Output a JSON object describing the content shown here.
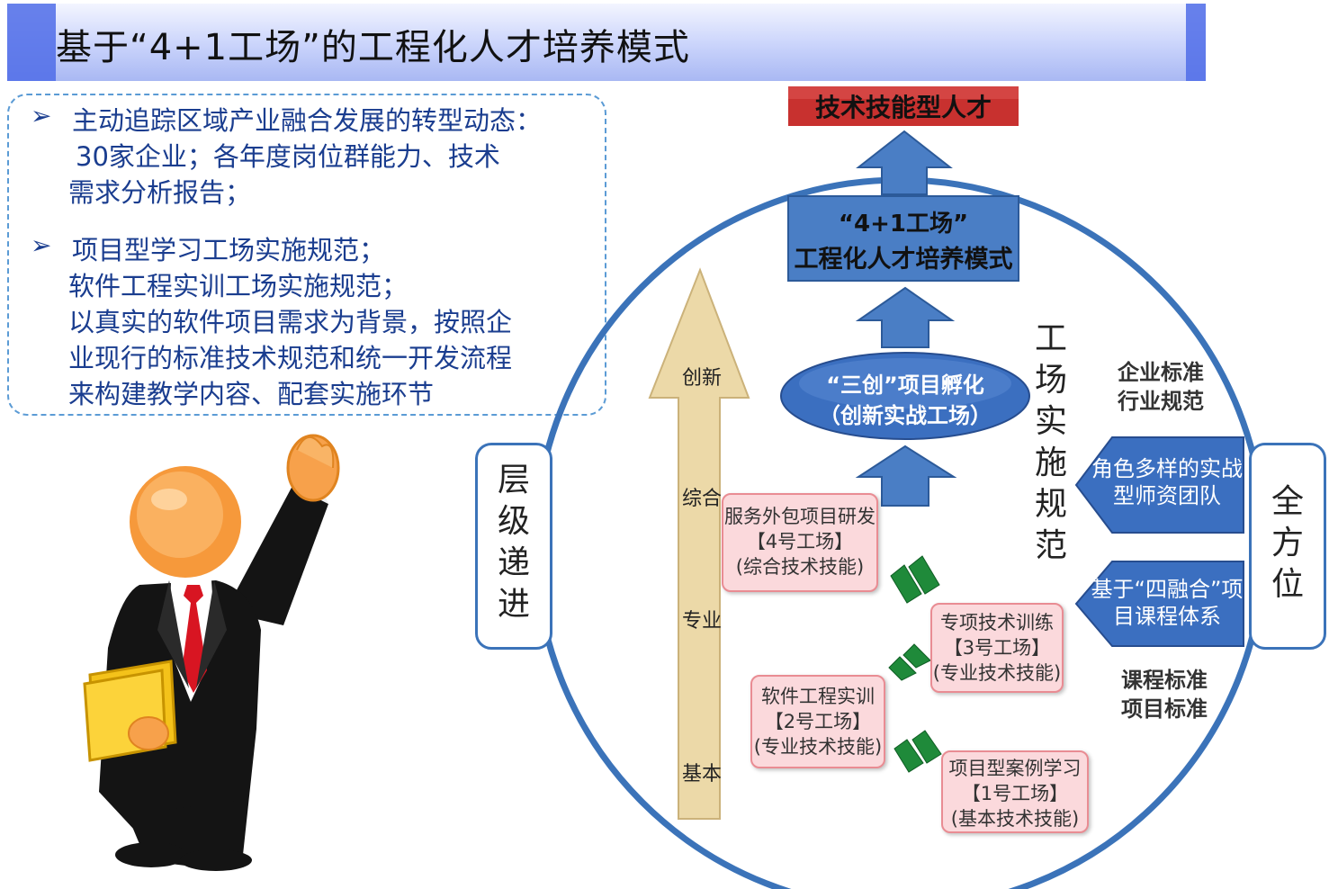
{
  "title": "基于“4+1工场”的工程化人才培养模式",
  "bullets": [
    {
      "lines": [
        "主动追踪区域产业融合发展的转型动态：",
        "30家企业；各年度岗位群能力、技术",
        "需求分析报告；"
      ]
    },
    {
      "lines": [
        "项目型学习工场实施规范；",
        "软件工程实训工场实施规范；",
        "以真实的软件项目需求为背景，按照企",
        "业现行的标准技术规范和统一开发流程",
        "来构建教学内容、配套实施环节"
      ]
    }
  ],
  "diagram": {
    "top_box": "技术技能型人才",
    "model_box": {
      "line1": "“4+1工场”",
      "line2": "工程化人才培养模式"
    },
    "ellipse": {
      "line1": "“三创”项目孵化",
      "line2": "（创新实战工场）"
    },
    "vertical_label": "工场实施规范",
    "left_panel": "层级递进",
    "right_panel": "全方位",
    "levels": [
      "创新",
      "综合",
      "专业",
      "基本"
    ],
    "workshops": [
      {
        "line1": "服务外包项目研发",
        "line2": "【4号工场】",
        "line3": "(综合技术技能)"
      },
      {
        "line1": "专项技术训练",
        "line2": "【3号工场】",
        "line3": "(专业技术技能)"
      },
      {
        "line1": "软件工程实训",
        "line2": "【2号工场】",
        "line3": "(专业技术技能)"
      },
      {
        "line1": "项目型案例学习",
        "line2": "【1号工场】",
        "line3": "(基本技术技能)"
      }
    ],
    "standards_top": {
      "line1": "企业标准",
      "line2": "行业规范"
    },
    "chevron_1": {
      "line1": "角色多样的实战",
      "line2": "型师资团队"
    },
    "chevron_2": {
      "line1": "基于“四融合”项",
      "line2": "目课程体系"
    },
    "standards_bottom": {
      "line1": "课程标准",
      "line2": "项目标准"
    }
  },
  "colors": {
    "accent_blue": "#3b73b9",
    "box_blue": "#4a7ec5",
    "red_box": "#c8312f",
    "pink_box": "#fbd9dc",
    "green_chevron": "#1f8a3a",
    "tan_arrow": "#ecd9a8"
  }
}
